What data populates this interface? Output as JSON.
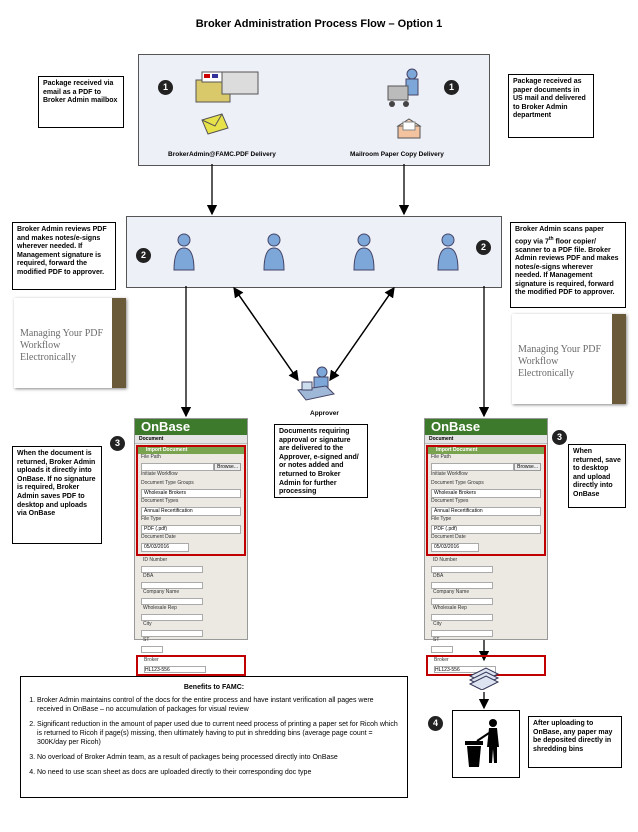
{
  "title": "Broker Administration Process Flow – Option 1",
  "step1": {
    "badge": "1",
    "left_note": "Package received via email as a PDF to Broker Admin mailbox",
    "right_note": "Package received as paper documents in US mail and delivered to Broker Admin department",
    "left_caption": "BrokerAdmin@FAMC.PDF Delivery",
    "right_caption": "Mailroom Paper Copy Delivery"
  },
  "step2": {
    "badge": "2",
    "left_note": "Broker Admin reviews PDF and makes notes/e-signs wherever needed.  If Management signature is required, forward the modified PDF to approver.",
    "right_note_a": "Broker Admin scans paper copy via 7",
    "right_note_sup": "th",
    "right_note_b": " floor copier/ scanner to a PDF file.  Broker Admin reviews PDF and makes notes/e-signs wherever needed.  If Management signature is required, forward the modified PDF to approver."
  },
  "workflow_image_text": "Managing Your PDF Workflow Electronically",
  "approver": {
    "label": "Approver",
    "note": "Documents requiring approval or signature are delivered to the Approver, e-signed and/ or notes added and returned to Broker Admin for further processing"
  },
  "step3": {
    "badge": "3",
    "left_note": "When the document is returned, Broker Admin uploads it directly into OnBase. If no signature is required, Broker Admin saves PDF to desktop and uploads via OnBase",
    "right_note": "When returned, save to desktop and upload directly into OnBase"
  },
  "onbase": {
    "logo": "OnBase",
    "tab": "Document",
    "header": "Import Document",
    "file_path": "File Path",
    "browse": "Browse...",
    "initiate": "Initiate Workflow",
    "doc_type_group": "Document Type Groups",
    "doc_type_group_val": "Wholesale Brokers",
    "doc_types": "Document Types",
    "doc_types_val": "Annual Recertification",
    "file_type": "File Type",
    "file_type_val": "PDF (.pdf)",
    "doc_date": "Document Date",
    "doc_date_val": "05/03/2016",
    "fields": [
      "ID Number",
      "DBA",
      "Company Name",
      "Wholesale Rep",
      "City",
      "ST"
    ],
    "broker": "Broker",
    "broker_val": "HL123-556"
  },
  "step4": {
    "badge": "4",
    "note": "After uploading to OnBase, any paper may be deposited directly in shredding bins"
  },
  "benefits": {
    "title": "Benefits to FAMC:",
    "items": [
      "Broker Admin maintains control of the docs for the entire process and have instant verification all pages were received in OnBase – no accumulation of packages for visual review",
      "Significant reduction in the amount of paper used due to current need process of printing a paper set for Ricoh which is returned to Ricoh if page(s) missing, then ultimately having to put in shredding bins (average page count = 300K/day per Ricoh)",
      "No overload of Broker Admin team, as a result of packages being processed directly into OnBase",
      "No need to use scan sheet as docs are uploaded directly to their corresponding doc type"
    ]
  },
  "colors": {
    "band": "#eef0f8",
    "onbase_green": "#3d7a2b",
    "highlight_red": "#c00000",
    "person_blue": "#7da7d9"
  }
}
